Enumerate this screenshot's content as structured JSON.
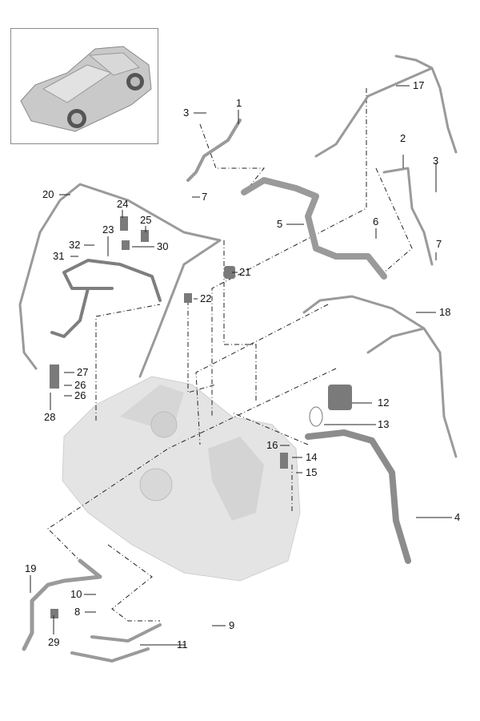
{
  "diagram": {
    "title": "Engine coolant / vacuum hoses exploded parts diagram",
    "inset_label": "vehicle-overview-inset",
    "colors": {
      "part": "#9a9a9a",
      "part_dark": "#6e6e6e",
      "engine": "#dcdcdc",
      "leader": "#222222",
      "text": "#111111"
    },
    "callouts": [
      {
        "id": "c1",
        "label": "1"
      },
      {
        "id": "c2",
        "label": "2"
      },
      {
        "id": "c3a",
        "label": "3"
      },
      {
        "id": "c3b",
        "label": "3"
      },
      {
        "id": "c4",
        "label": "4"
      },
      {
        "id": "c5",
        "label": "5"
      },
      {
        "id": "c6",
        "label": "6"
      },
      {
        "id": "c7a",
        "label": "7"
      },
      {
        "id": "c7b",
        "label": "7"
      },
      {
        "id": "c8",
        "label": "8"
      },
      {
        "id": "c9",
        "label": "9"
      },
      {
        "id": "c10",
        "label": "10"
      },
      {
        "id": "c11",
        "label": "11"
      },
      {
        "id": "c12",
        "label": "12"
      },
      {
        "id": "c13",
        "label": "13"
      },
      {
        "id": "c14",
        "label": "14"
      },
      {
        "id": "c15",
        "label": "15"
      },
      {
        "id": "c16",
        "label": "16"
      },
      {
        "id": "c17",
        "label": "17"
      },
      {
        "id": "c18",
        "label": "18"
      },
      {
        "id": "c19",
        "label": "19"
      },
      {
        "id": "c20",
        "label": "20"
      },
      {
        "id": "c21",
        "label": "21"
      },
      {
        "id": "c22",
        "label": "22"
      },
      {
        "id": "c23",
        "label": "23"
      },
      {
        "id": "c24",
        "label": "24"
      },
      {
        "id": "c25",
        "label": "25"
      },
      {
        "id": "c26a",
        "label": "26"
      },
      {
        "id": "c26b",
        "label": "26"
      },
      {
        "id": "c27",
        "label": "27"
      },
      {
        "id": "c28",
        "label": "28"
      },
      {
        "id": "c29",
        "label": "29"
      },
      {
        "id": "c30",
        "label": "30"
      },
      {
        "id": "c31",
        "label": "31"
      },
      {
        "id": "c32",
        "label": "32"
      }
    ]
  }
}
